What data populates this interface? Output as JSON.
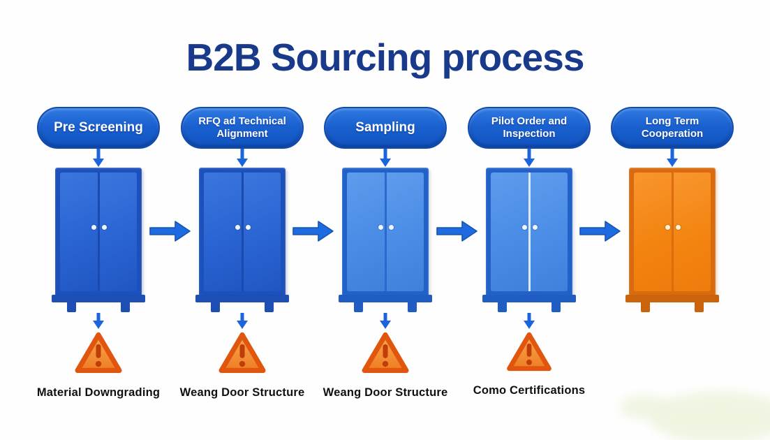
{
  "title": "B2B Sourcing process",
  "stages": [
    {
      "pill": "Pre Screening",
      "cabinet_color": "#2a64d3",
      "issue": "Material Downgrading"
    },
    {
      "pill": "RFQ ad Technical Alignment",
      "cabinet_color": "#2a64d3",
      "issue": "Weang Door Structure"
    },
    {
      "pill": "Sampling",
      "cabinet_color": "#4a8ce6",
      "issue": "Weang Door Structure"
    },
    {
      "pill": "Pilot Order and Inspection",
      "cabinet_color": "#4a8ce6",
      "issue": "Como Certifications"
    },
    {
      "pill": "Long Term Cooperation",
      "cabinet_color": "#f3830f",
      "issue": ""
    }
  ],
  "icons": {
    "flow_arrow": "right-arrow",
    "stem_arrow": "down-arrow",
    "warning": "warning-triangle-exclamation",
    "cabinet": "two-door-cabinet"
  },
  "colors": {
    "title_text": "#19398a",
    "pill_blue": "#1a61d0",
    "pill_text": "#ffffff",
    "arrow_blue": "#1e6ae0",
    "cabinet_royal_blue": "#2a64d3",
    "cabinet_light_blue": "#4a8ce6",
    "cabinet_orange": "#f3830f",
    "warning_fill_top": "#f9a851",
    "warning_fill_bottom": "#ee7d22",
    "warning_border": "#e1560e",
    "warning_exclamation": "#c03d0a",
    "issue_text": "#101010",
    "background": "#fefefe",
    "smudge_green": "#edf4dd"
  }
}
